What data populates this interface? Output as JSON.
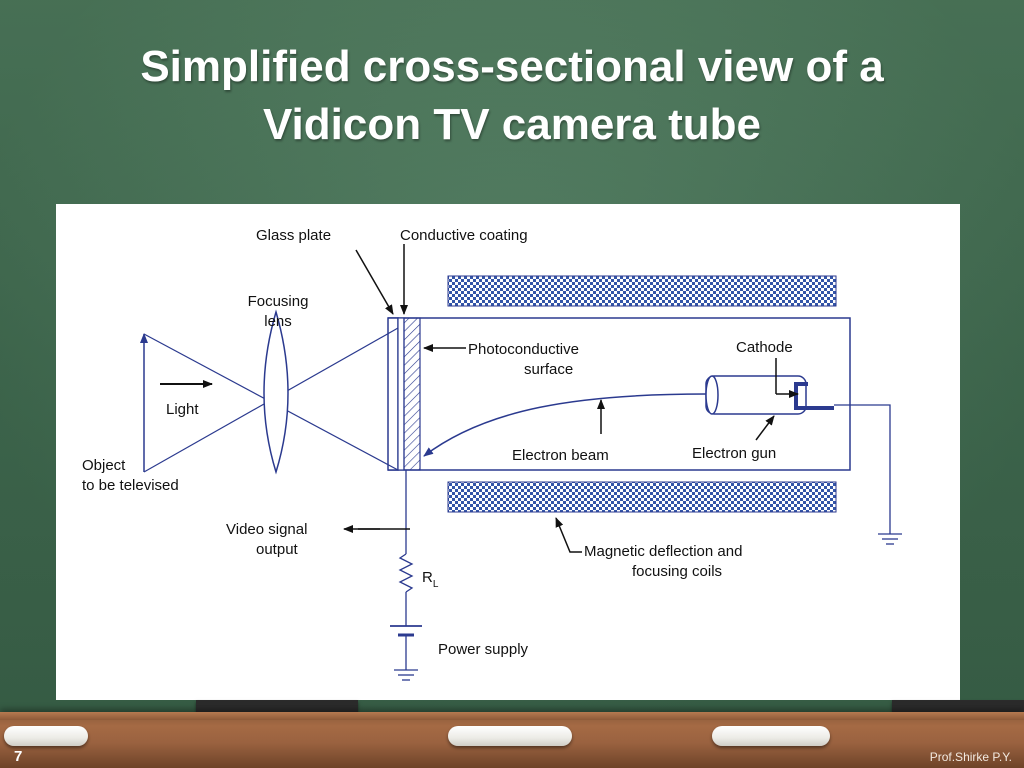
{
  "slide": {
    "title": "Simplified cross-sectional view of a\nVidicon TV camera tube",
    "number": "7",
    "credit": "Prof.Shirke P.Y."
  },
  "diagram": {
    "labels": {
      "glass_plate": "Glass plate",
      "conductive_coating": "Conductive coating",
      "focusing_lens_line1": "Focusing",
      "focusing_lens_line2": "lens",
      "photoconductive_line1": "Photoconductive",
      "photoconductive_line2": "surface",
      "cathode": "Cathode",
      "light": "Light",
      "object_line1": "Object",
      "object_line2": "to be televised",
      "electron_beam": "Electron beam",
      "electron_gun": "Electron gun",
      "video_line1": "Video signal",
      "video_line2": "output",
      "resistor_main": "R",
      "resistor_sub": "L",
      "coils_line1": "Magnetic deflection and",
      "coils_line2": "focusing coils",
      "power_supply": "Power supply"
    },
    "colors": {
      "line": "#2b3a8f",
      "text": "#111111",
      "coil_fill": "#3355a8",
      "panel": "#ffffff"
    }
  }
}
